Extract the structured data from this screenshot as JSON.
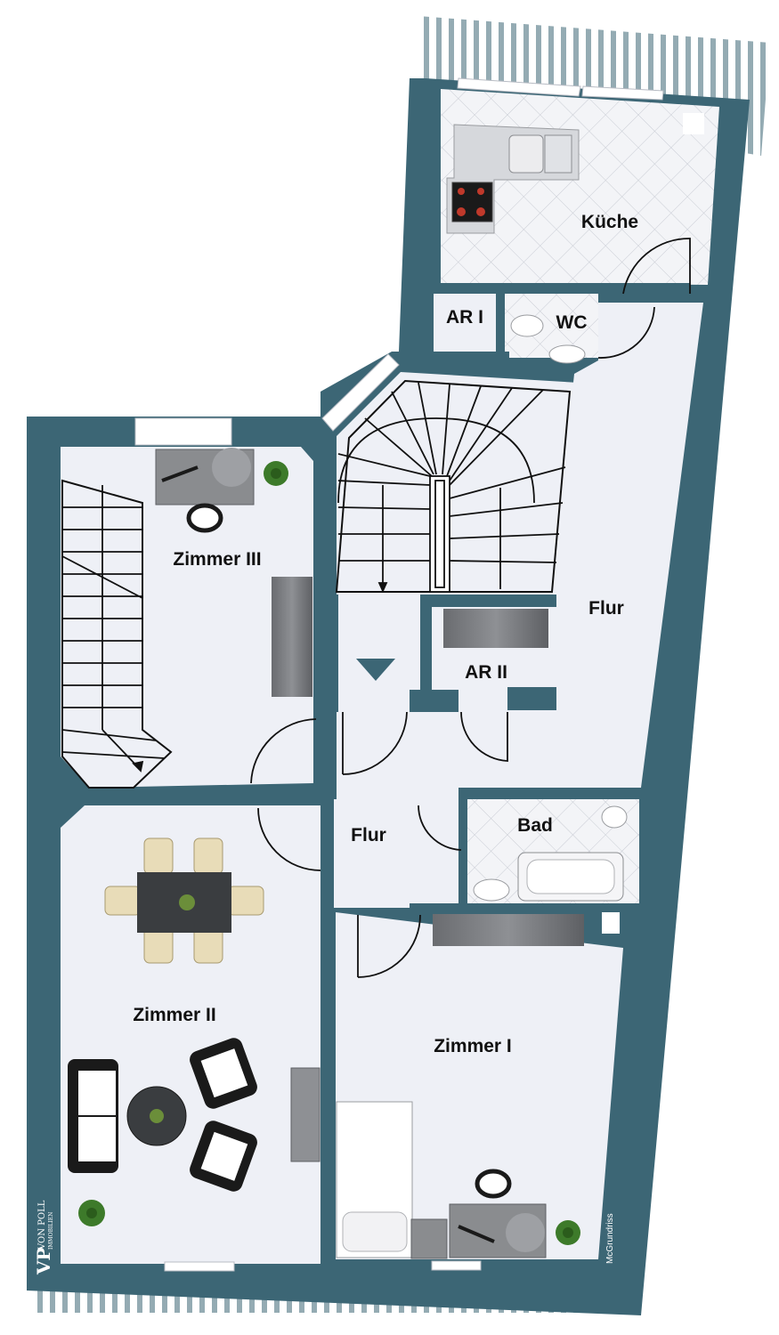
{
  "colors": {
    "wall": "#3c6675",
    "floor": "#eef0f6",
    "tile_line": "#c9ccd4",
    "furniture_dark": "#4a4d50",
    "furniture_gray": "#8a8c8f",
    "plant": "#3d7a2a",
    "chair_beige": "#e8dcb8"
  },
  "rooms": {
    "kueche": "Küche",
    "wc": "WC",
    "ar1": "AR I",
    "ar2": "AR II",
    "flur_upper": "Flur",
    "flur_lower": "Flur",
    "bad": "Bad",
    "zimmer1": "Zimmer I",
    "zimmer2": "Zimmer II",
    "zimmer3": "Zimmer III"
  },
  "branding": {
    "logo_mark": "VP",
    "logo_name": "VON POLL",
    "logo_sub": "IMMOBILIEN",
    "credit": "McGrundriss"
  },
  "icons": {
    "entrance": "entrance-arrow-icon",
    "plant": "plant-icon",
    "stairs": "stairs-icon"
  }
}
